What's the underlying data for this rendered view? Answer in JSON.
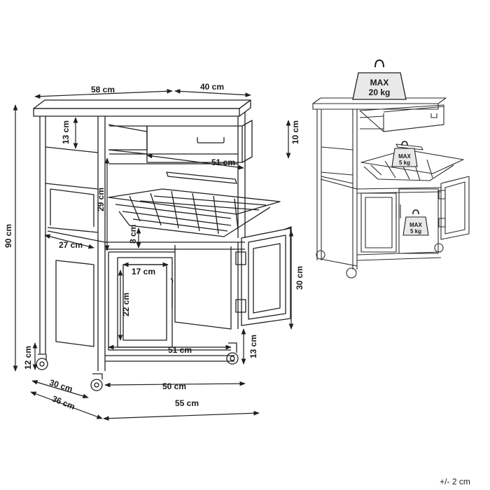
{
  "colors": {
    "line": "#1f1f1f",
    "paper": "#ffffff",
    "weight_fill": "#e9e9e9"
  },
  "dimensions": {
    "top_width": "58 cm",
    "drawer_extension": "40 cm",
    "drawer_front_height": "13 cm",
    "drawer_height": "10 cm",
    "drawer_depth": "51 cm",
    "basket_clearance": "29 cm",
    "basket_height": "8 cm",
    "side_depth": "27 cm",
    "total_height": "90 cm",
    "door_opening_width": "17 cm",
    "door_opening_height": "22 cm",
    "cabinet_height": "30 cm",
    "shelf_width": "51 cm",
    "bottom_clearance": "13 cm",
    "wheel_height": "12 cm",
    "inner_depth": "30 cm",
    "inner_width": "50 cm",
    "total_depth": "36 cm",
    "total_width": "55 cm"
  },
  "load_limits": {
    "top": {
      "line1": "MAX",
      "line2": "20 kg"
    },
    "basket": {
      "line1": "MAX",
      "line2": "5 kg"
    },
    "shelf": {
      "line1": "MAX",
      "line2": "5 kg"
    }
  },
  "tolerance": "+/- 2 cm"
}
